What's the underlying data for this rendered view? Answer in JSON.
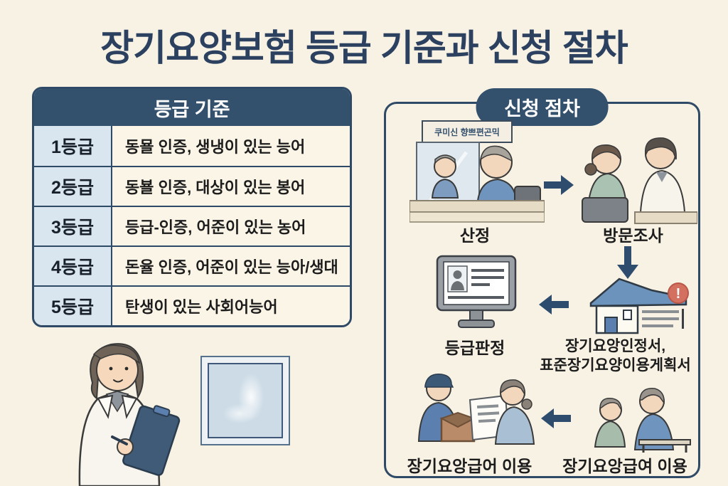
{
  "page": {
    "title": "장기요양보험 등급 기준과 신청 절차"
  },
  "colors": {
    "background": "#f8f2e4",
    "navy_border": "#2e4a66",
    "header_bg": "#33506d",
    "header_text": "#ffffff",
    "grade_cell_bg": "#d9e5ef",
    "row_bg": "#fbf5e7",
    "title_text": "#2c4160",
    "arrow": "#2e4d6e",
    "alert_red": "#d4705f"
  },
  "criteria_table": {
    "header": "등급 기준",
    "rows": [
      {
        "grade": "1등급",
        "description": "동묠 인증, 생냉이 있는 능어"
      },
      {
        "grade": "2등급",
        "description": "동뵬 인증, 대상이 있는 봉어"
      },
      {
        "grade": "3등급",
        "description": "등급-인증, 어준이 있는 농어"
      },
      {
        "grade": "4등급",
        "description": "돈율 인증, 어준이 있는 능아/생대"
      },
      {
        "grade": "5등급",
        "description": "탄생이 있는 사회어능어"
      }
    ]
  },
  "procedure_panel": {
    "badge": "신청 점차",
    "office_sign": "쿠미신 향쁘편곤믹",
    "alert_icon": "!",
    "steps": [
      {
        "label": "산정"
      },
      {
        "label": "방문조사"
      },
      {
        "label": "등급판정"
      },
      {
        "label": "장기요앙인정서,",
        "label2": "표준장기요양이용게획서"
      },
      {
        "label": "장기요앙급어 이용"
      },
      {
        "label": "장기요앙급여 이용"
      }
    ]
  }
}
